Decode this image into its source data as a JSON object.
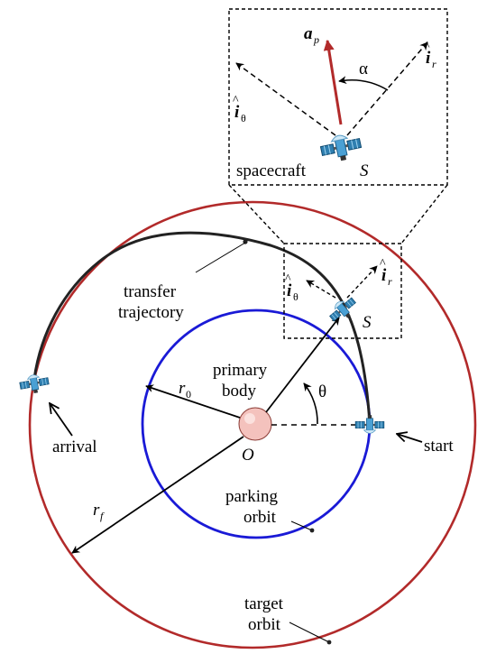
{
  "colors": {
    "target_orbit": "#b22a2a",
    "parking_orbit": "#1a1ad6",
    "transfer_trajectory": "#222222",
    "primary_body": "#f4c2bd",
    "thrust_vector": "#b22a2a"
  },
  "labels": {
    "transfer_trajectory_line1": "transfer",
    "transfer_trajectory_line2": "trajectory",
    "primary_body_line1": "primary",
    "primary_body_line2": "body",
    "parking_orbit_line1": "parking",
    "parking_orbit_line2": "orbit",
    "target_orbit_line1": "target",
    "target_orbit_line2": "orbit",
    "arrival": "arrival",
    "start": "start",
    "spacecraft": "spacecraft",
    "S": "S",
    "O": "O",
    "theta": "θ",
    "alpha": "α",
    "r": "r",
    "r0_sub": "0",
    "rf_sub": "f",
    "a": "a",
    "a_sub": "p",
    "i": "i",
    "i_theta_sub": "θ",
    "i_r_sub": "r"
  },
  "icons": [
    "spacecraft-icon",
    "primary-body-icon"
  ]
}
